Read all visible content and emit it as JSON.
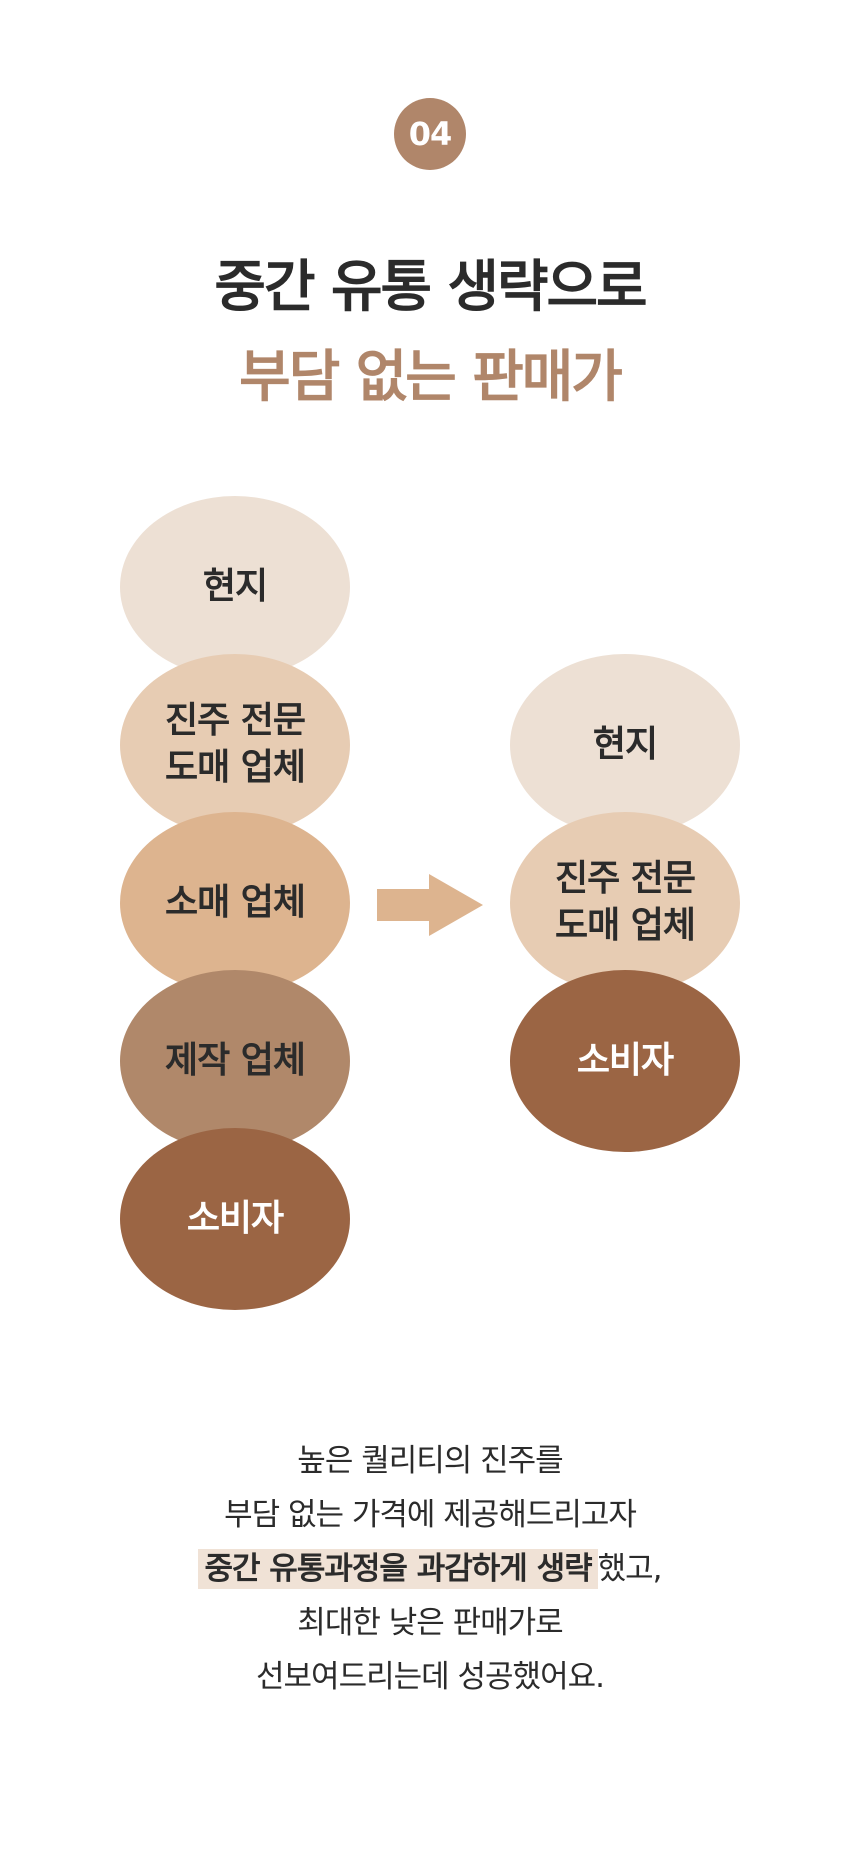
{
  "badge": "04",
  "title": {
    "line1": "중간 유통 생략으로",
    "line2": "부담 없는 판매가"
  },
  "colors": {
    "accent": "#b0866a",
    "oval_lightest": "#ede0d4",
    "oval_light": "#e7ccb3",
    "oval_mid": "#ddb48f",
    "oval_dark": "#b0886a",
    "oval_darkest": "#9b6544",
    "highlight": "#f0e2d6"
  },
  "flow_before": [
    "현지",
    "진주 전문\n도매 업체",
    "소매 업체",
    "제작 업체",
    "소비자"
  ],
  "flow_after": [
    "현지",
    "진주 전문\n도매 업체",
    "소비자"
  ],
  "arrow_icon": "right-arrow-icon",
  "description": {
    "line1": "높은 퀄리티의 진주를",
    "line2": "부담 없는 가격에 제공해드리고자",
    "line3_highlight": "중간 유통과정을 과감하게 생략",
    "line3_rest": "했고,",
    "line4": "최대한 낮은 판매가로",
    "line5": "선보여드리는데 성공했어요."
  }
}
